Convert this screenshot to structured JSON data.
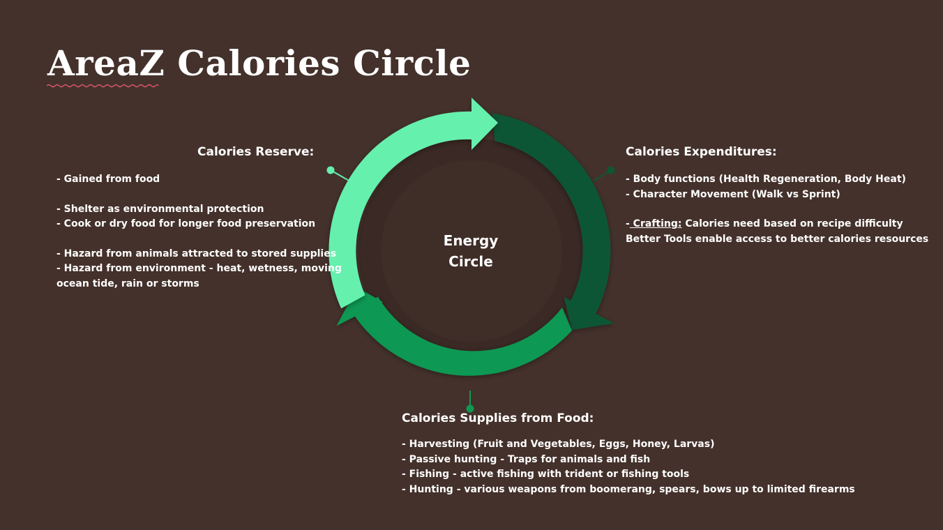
{
  "slide": {
    "title": "AreaZ Calories Circle"
  },
  "diagram": {
    "center_line1": "Energy",
    "center_line2": "Circle",
    "colors": {
      "background": "#44312b",
      "inner_circle": "#3a2924",
      "arc_light": "#66f0ad",
      "arc_dark": "#0e5634",
      "arc_mid": "#109853"
    }
  },
  "reserve": {
    "heading": "Calories Reserve:",
    "lines": [
      "- Gained from food",
      "- Shelter as environmental protection",
      "- Cook or dry food for longer food preservation",
      "- Hazard from animals attracted to stored supplies",
      "- Hazard from environment - heat, wetness, moving",
      "ocean tide, rain or storms"
    ]
  },
  "expenditures": {
    "heading": "Calories Expenditures:",
    "lines": [
      "- Body functions (Health Regeneration, Body Heat)",
      "- Character Movement (Walk vs Sprint)"
    ],
    "crafting_dash": "-",
    "crafting_label": " Crafting:",
    "crafting_text": " Calories need based on recipe difficulty",
    "tools_line": "Better Tools enable access to better calories resources"
  },
  "supplies": {
    "heading": "Calories Supplies from Food:",
    "lines": [
      "- Harvesting (Fruit and Vegetables, Eggs, Honey, Larvas)",
      "- Passive hunting - Traps for animals and fish",
      "- Fishing - active fishing with trident or fishing tools",
      "- Hunting - various weapons from boomerang, spears, bows up to limited firearms"
    ]
  }
}
